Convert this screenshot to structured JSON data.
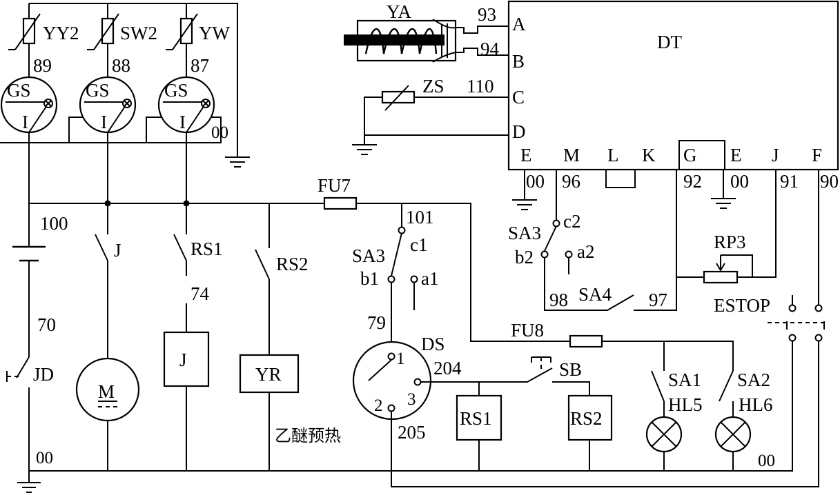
{
  "components": {
    "DT": "DT",
    "YA": "YA",
    "ZS": "ZS",
    "YY2": "YY2",
    "SW2": "SW2",
    "YW": "YW",
    "GS": "GS",
    "I": "I",
    "FU7": "FU7",
    "FU8": "FU8",
    "J": "J",
    "RS1": "RS1",
    "RS2": "RS2",
    "YR": "YR",
    "M": "M",
    "JD": "JD",
    "SA3": "SA3",
    "SA4": "SA4",
    "SA1": "SA1",
    "SA2": "SA2",
    "HL5": "HL5",
    "HL6": "HL6",
    "RP3": "RP3",
    "ESTOP": "ESTOP",
    "SB": "SB",
    "DS": "DS"
  },
  "terminals": {
    "A": "A",
    "B": "B",
    "C": "C",
    "D": "D",
    "E": "E",
    "M": "M",
    "L": "L",
    "K": "K",
    "G": "G",
    "J": "J",
    "F": "F",
    "c1": "c1",
    "b1": "b1",
    "a1": "a1",
    "c2": "c2",
    "b2": "b2",
    "a2": "a2",
    "ds1": "1",
    "ds2": "2",
    "ds3": "3"
  },
  "wires": {
    "w93": "93",
    "w94": "94",
    "w110": "110",
    "w89": "89",
    "w88": "88",
    "w87": "87",
    "w00": "00",
    "w96": "96",
    "w92": "92",
    "w91": "91",
    "w90": "90",
    "w100": "100",
    "w101": "101",
    "w70": "70",
    "w74": "74",
    "w79": "79",
    "w98": "98",
    "w97": "97",
    "w204": "204",
    "w205": "205"
  },
  "caption": "乙醚预热"
}
